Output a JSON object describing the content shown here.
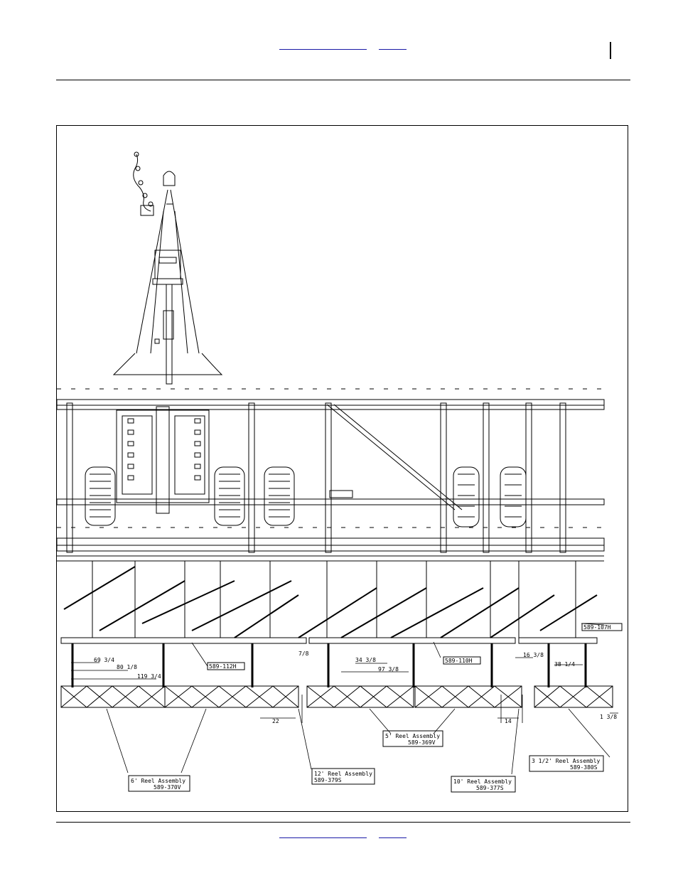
{
  "header": {
    "link_1": "",
    "link_2": ""
  },
  "footer": {
    "link_1": "",
    "link_2": ""
  },
  "drawing": {
    "part_labels": {
      "p107h": "589-107H",
      "p112h": "589-112H",
      "p110h": "589-110H"
    },
    "dimensions": {
      "d1": "69 3/4",
      "d2": "80 1/8",
      "d3": "119 3/4",
      "d4": "34 3/8",
      "d5": "97 3/8",
      "d6": "16 3/8",
      "d7": "38 1/4",
      "d8": "22",
      "d9": "14",
      "d10": "1 3/8",
      "d11": "7/8"
    },
    "callouts": {
      "reel6_title": "6' Reel Assembly",
      "reel6_part": "589-370V",
      "reel12_title": "12' Reel Assembly",
      "reel12_part": "589-379S",
      "reel5_title": "5' Reel Assembly",
      "reel5_part": "589-369V",
      "reel10_title": "10' Reel Assembly",
      "reel10_part": "589-377S",
      "reel35_title": "3 1/2' Reel Assembly",
      "reel35_part": "589-380S"
    }
  }
}
